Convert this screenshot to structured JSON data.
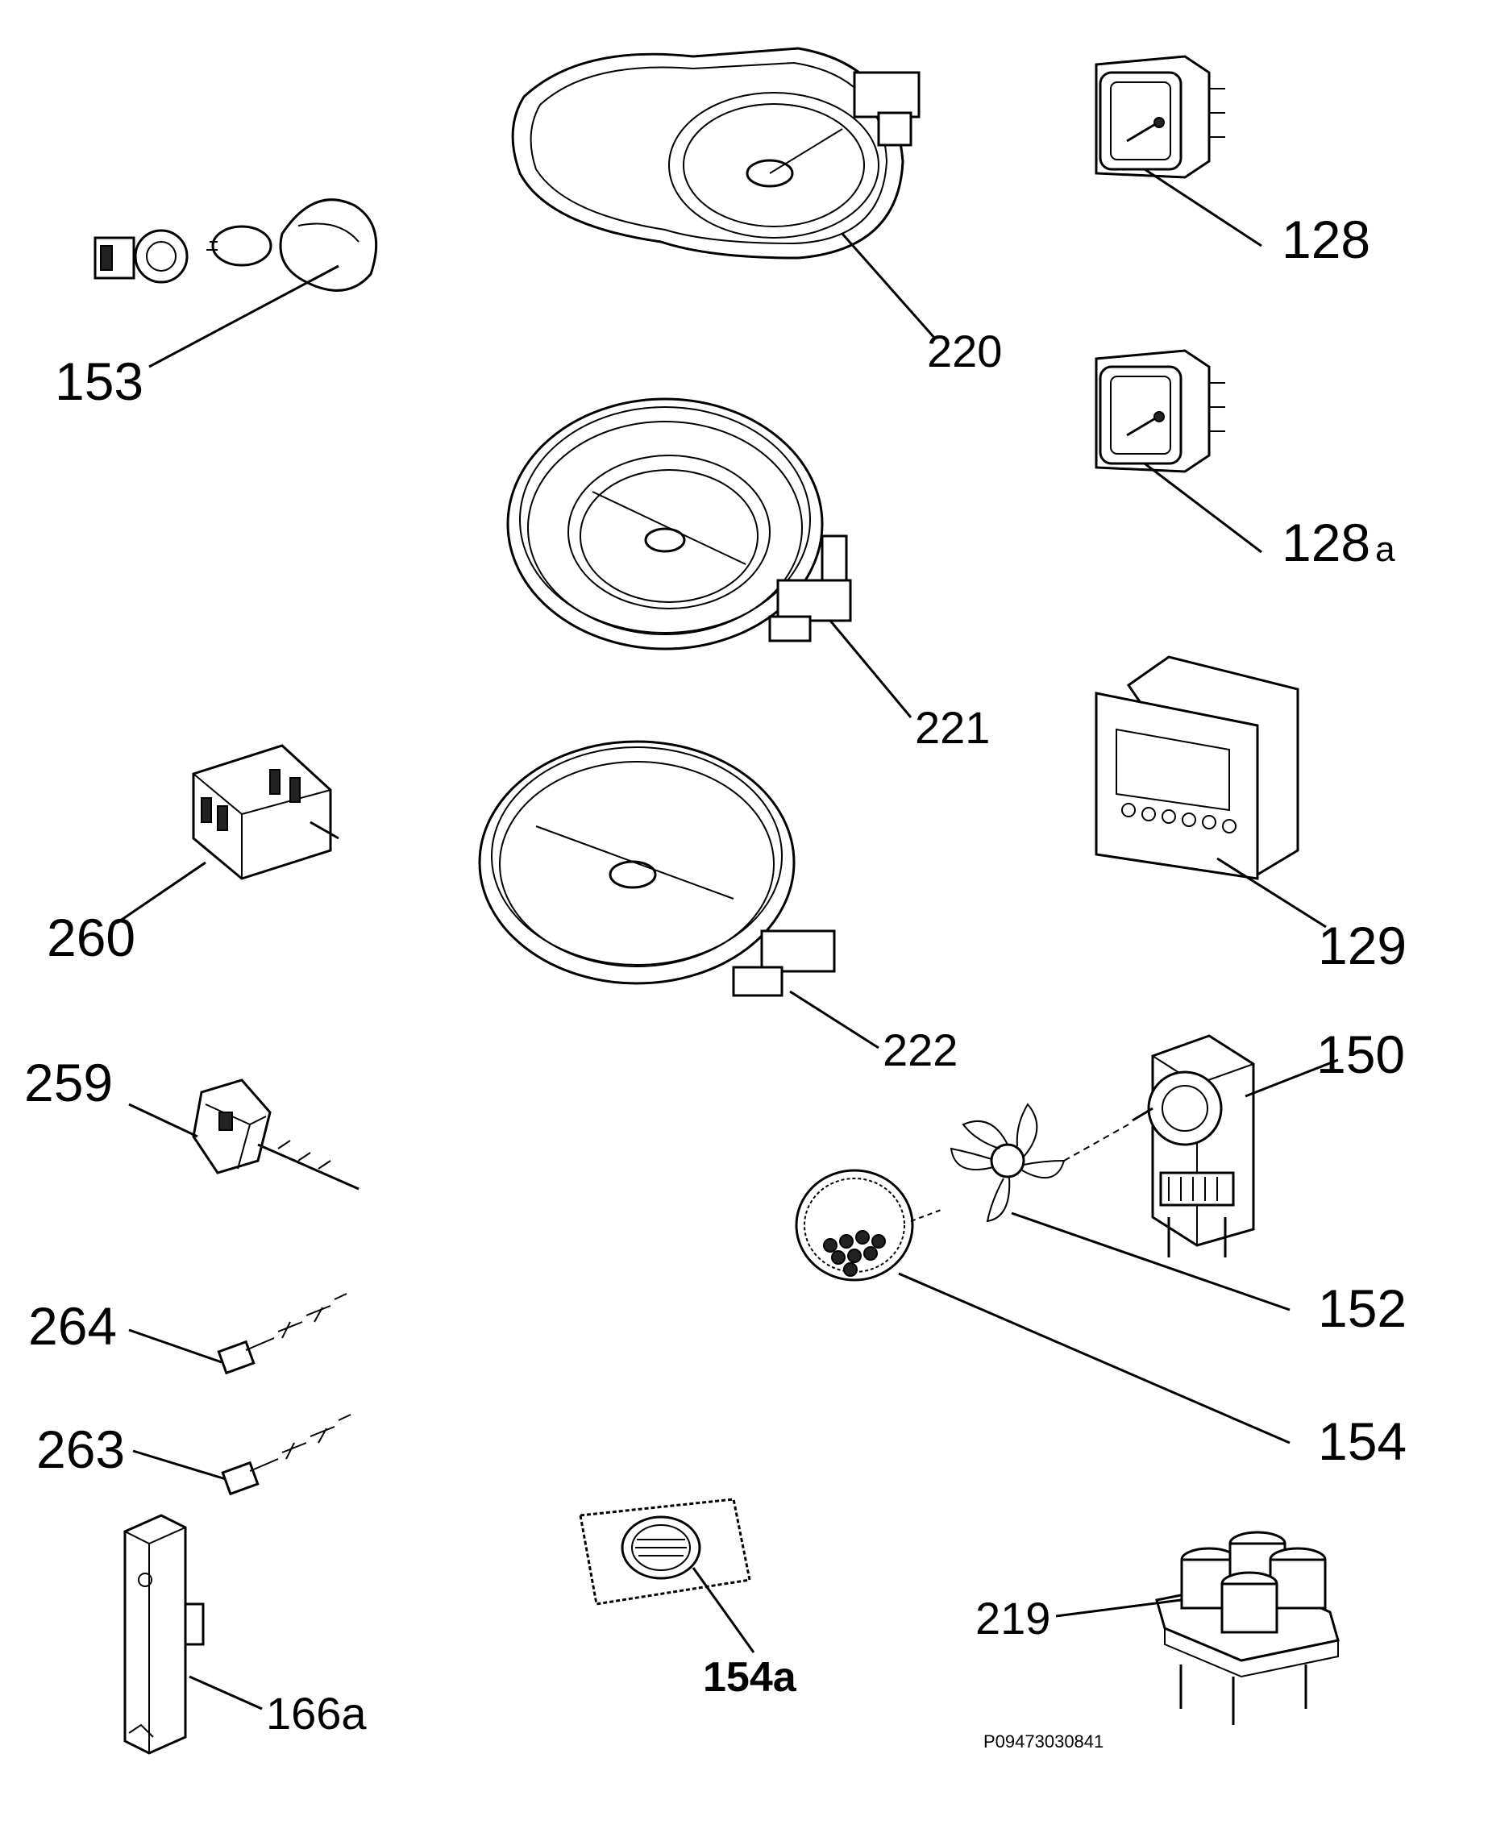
{
  "labels": {
    "p153": "153",
    "p220": "220",
    "p128": "128",
    "p128a_num": "128",
    "p128a_suffix": "a",
    "p221": "221",
    "p260": "260",
    "p129": "129",
    "p222": "222",
    "p259": "259",
    "p150": "150",
    "p264": "264",
    "p152": "152",
    "p154": "154",
    "p263": "263",
    "p219": "219",
    "p154a": "154a",
    "p166a": "166a",
    "drawing_code": "P09473030841"
  },
  "colors": {
    "ink": "#000000",
    "paper": "#ffffff"
  }
}
